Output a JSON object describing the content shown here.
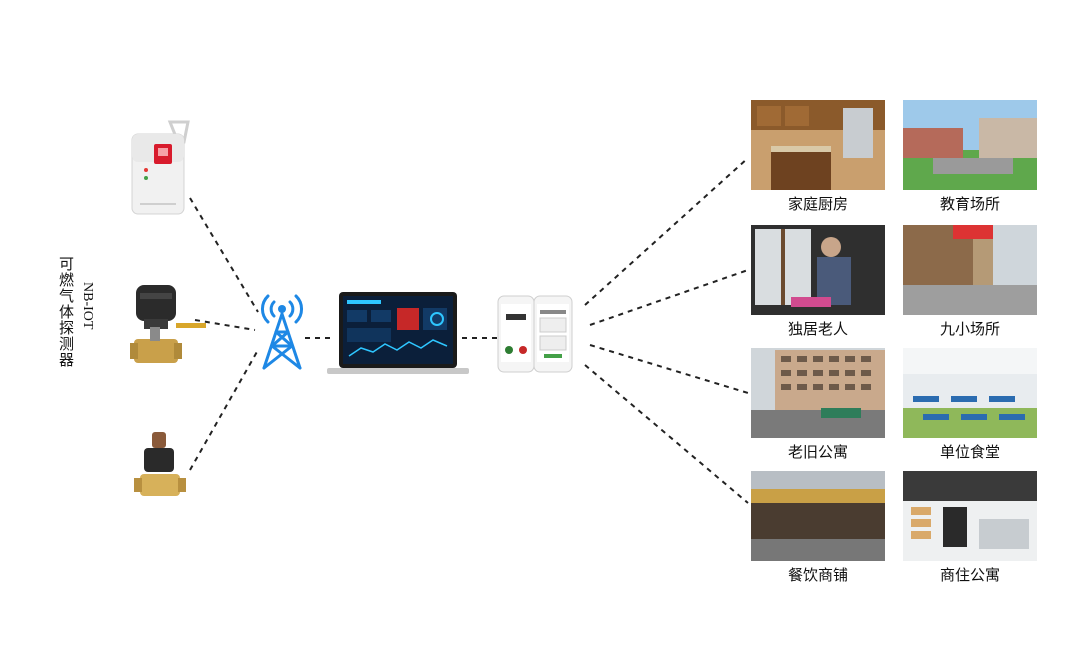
{
  "left_labels": {
    "device_type": "可燃气体探测器",
    "network": "NB-IOT"
  },
  "devices": [
    {
      "name": "gas-detector",
      "icon": "gas-detector-icon"
    },
    {
      "name": "valve-manipulator",
      "icon": "valve-manipulator-icon"
    },
    {
      "name": "solenoid-valve",
      "icon": "solenoid-valve-icon"
    }
  ],
  "network_node": {
    "icon": "cell-tower-icon",
    "color": "#1e88e5"
  },
  "platform": {
    "icon": "laptop-dashboard-icon"
  },
  "phones": {
    "icon": "smartphones-icon"
  },
  "scenarios": [
    {
      "label": "家庭厨房"
    },
    {
      "label": "教育场所"
    },
    {
      "label": "独居老人"
    },
    {
      "label": "九小场所"
    },
    {
      "label": "老旧公寓"
    },
    {
      "label": "单位食堂"
    },
    {
      "label": "餐饮商铺"
    },
    {
      "label": "商住公寓"
    }
  ]
}
